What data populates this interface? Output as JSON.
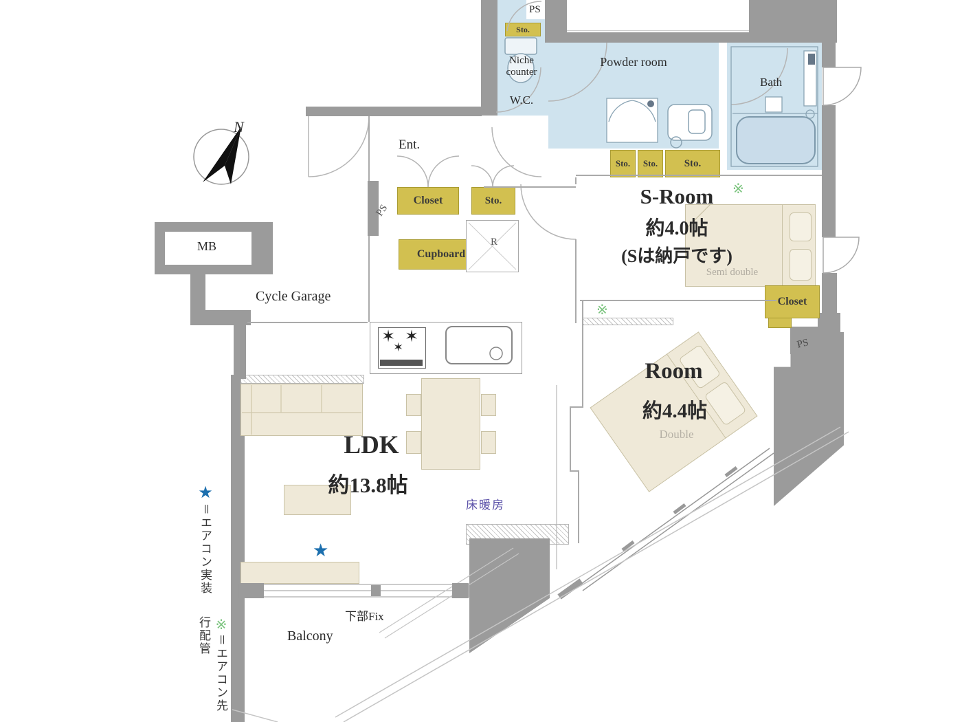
{
  "title": "apartment-floor-plan",
  "compass": {
    "north_label": "N"
  },
  "rooms": {
    "ldk": {
      "name": "LDK",
      "size": "約13.8帖"
    },
    "s_room": {
      "name": "S-Room",
      "size": "約4.0帖",
      "note": "(Sは納戸です)",
      "bed_label": "Semi double"
    },
    "room": {
      "name": "Room",
      "size": "約4.4帖",
      "bed_label": "Double"
    },
    "powder_room": {
      "name": "Powder room"
    },
    "bath": {
      "name": "Bath"
    },
    "wc": {
      "name": "W.C."
    },
    "niche": {
      "name": "Niche counter"
    },
    "entrance": {
      "name": "Ent."
    },
    "balcony": {
      "name": "Balcony"
    },
    "cycle_garage": {
      "name": "Cycle Garage"
    },
    "mb": {
      "name": "MB"
    }
  },
  "storage": {
    "closet": "Closet",
    "sto": "Sto.",
    "cupboard": "Cupboard",
    "refrigerator": "R",
    "ps": "PS"
  },
  "features": {
    "floor_heating": "床暖房",
    "lower_fix": "下部Fix"
  },
  "legend": {
    "star_mark": "★",
    "star_text": "＝エアコン実装",
    "note_mark": "※",
    "note_text": "＝エアコン先行配管"
  },
  "colors": {
    "wall_gray": "#9b9b9b",
    "wet_area_blue": "#cfe3ee",
    "storage_yellow": "#d2c050",
    "furniture_beige": "#efe9d8",
    "floor_heating_purple": "#5a50a8",
    "star_blue": "#1c6fae",
    "note_green": "#7cc47f"
  }
}
